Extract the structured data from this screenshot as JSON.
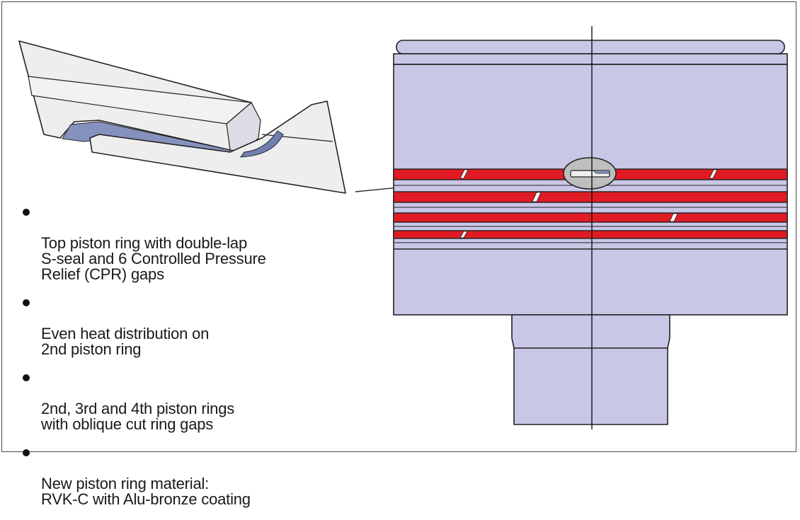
{
  "bullets": [
    {
      "text": "Top piston ring with double-lap\nS-seal and 6 Controlled Pressure\nRelief (CPR) gaps"
    },
    {
      "text": "Even heat distribution on\n2nd piston ring"
    },
    {
      "text": "2nd, 3rd and 4th piston rings\nwith oblique cut ring gaps"
    },
    {
      "text": "New piston ring material:\nRVK-C with Alu-bronze coating"
    }
  ],
  "colors": {
    "piston_body": "#c9c7e6",
    "piston_ring": "#e01b23",
    "ring_detail_fill": "#eeeeee",
    "ring_detail_shadow": "#7f8fb5",
    "outline": "#222222"
  }
}
